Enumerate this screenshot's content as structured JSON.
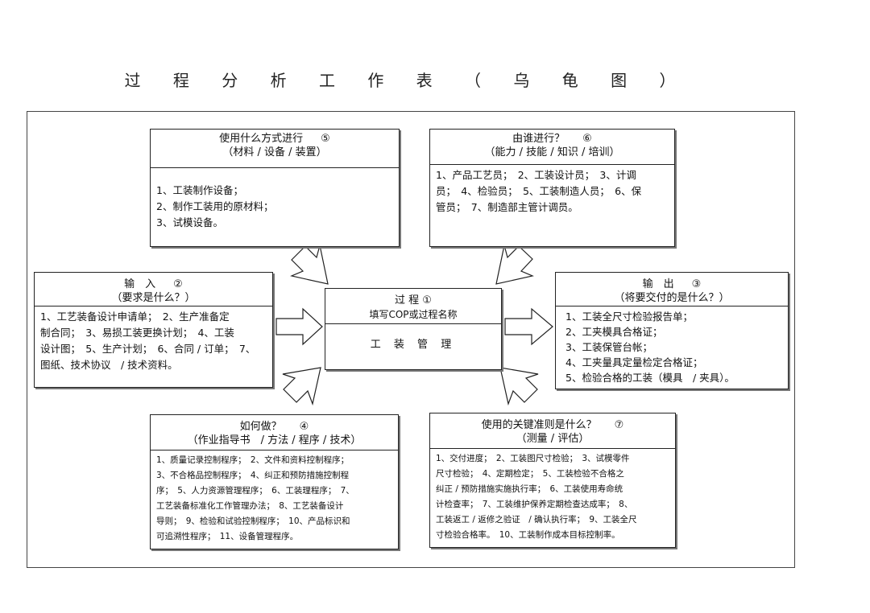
{
  "title": "过 程 分 析 工 作 表 （ 乌 龟 图 ）",
  "center": {
    "title": "过 程 ①",
    "subtitle": "填写COP或过程名称",
    "name": "工 装 管 理"
  },
  "top_left": {
    "heading": "使用什么方式进行",
    "number": "⑤",
    "subheading": "（材料 / 设备 / 装置）",
    "lines": [
      "1、工装制作设备；",
      "2、制作工装用的原材料；",
      "3、试模设备。"
    ]
  },
  "top_right": {
    "heading": "由谁进行？",
    "number": "⑥",
    "subheading": "（能力 / 技能 / 知识 / 培训）",
    "lines": [
      "1、产品工艺员；　2、工装设计员；　3、计调",
      "员；　4、检验员；　5、工装制造人员；　6、保",
      "管员；　7、制造部主管计调员。"
    ]
  },
  "input": {
    "heading": "输　入",
    "number": "②",
    "subheading": "（要求是什么？）",
    "lines": [
      "1、工艺装备设计申请单；　2、生产准备定",
      "制合同；　3、易损工装更换计划；　4、工装",
      "设计图；　5、生产计划；　6、合同 / 订单；　7、",
      "图纸、技术协议　/ 技术资料。"
    ]
  },
  "output": {
    "heading": "输　出",
    "number": "③",
    "subheading": "（将要交付的是什么？）",
    "lines": [
      "1、工装全尺寸检验报告单；",
      "2、工夹模具合格证；",
      "3、工装保管台帐；",
      "4、工夹量具定量检定合格证；",
      "5、检验合格的工装（模具　/ 夹具）。"
    ]
  },
  "bottom_left": {
    "heading": "如何做？",
    "number": "④",
    "subheading": "（作业指导书　/ 方法 / 程序 / 技术）",
    "lines": [
      "1、质量记录控制程序；　2、文件和资料控制程序；",
      "3、不合格品控制程序；　4、纠正和预防措施控制程",
      "序；　5、人力资源管理程序；　6、工装理程序；　7、",
      "工艺装备标准化工作管理办法；　8、工艺装备设计",
      "导则；　9、检验和试验控制程序；　10、产品标识和",
      "可追溯性程序；　11、设备管理程序。"
    ]
  },
  "bottom_right": {
    "heading": "使用的关键准则是什么？",
    "number": "⑦",
    "subheading": "（测量 / 评估）",
    "lines": [
      "1、交付进度；　2、工装图尺寸检验；　3、试模零件",
      "尺寸检验；　4、定期检定；　5、工装检验不合格之",
      "纠正 / 预防措施实施执行率；　6、工装使用寿命统",
      "计检查率；　7、工装维护保养定期检查达成率；　8、",
      "工装返工 / 返修之验证　/ 确认执行率；　9、工装全尺",
      "寸检验合格率。　10、工装制作成本目标控制率。"
    ]
  }
}
